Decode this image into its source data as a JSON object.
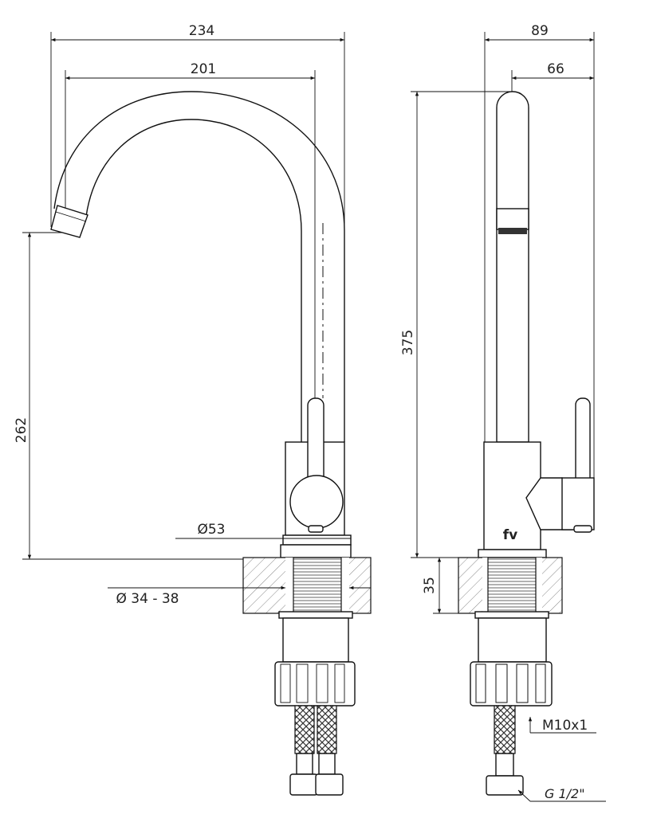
{
  "front_view": {
    "dim_overall_width": "234",
    "dim_spout_reach": "201",
    "dim_spout_height": "262",
    "dim_base_diameter": "Ø53",
    "dim_hole_diameter": "Ø 34 - 38"
  },
  "side_view": {
    "dim_depth": "89",
    "dim_spout_offset": "66",
    "dim_total_height": "375",
    "dim_countertop_thickness": "35",
    "label_hose_thread": "M10x1",
    "label_connection_thread": "G 1/2\"",
    "logo_text": "fv"
  }
}
